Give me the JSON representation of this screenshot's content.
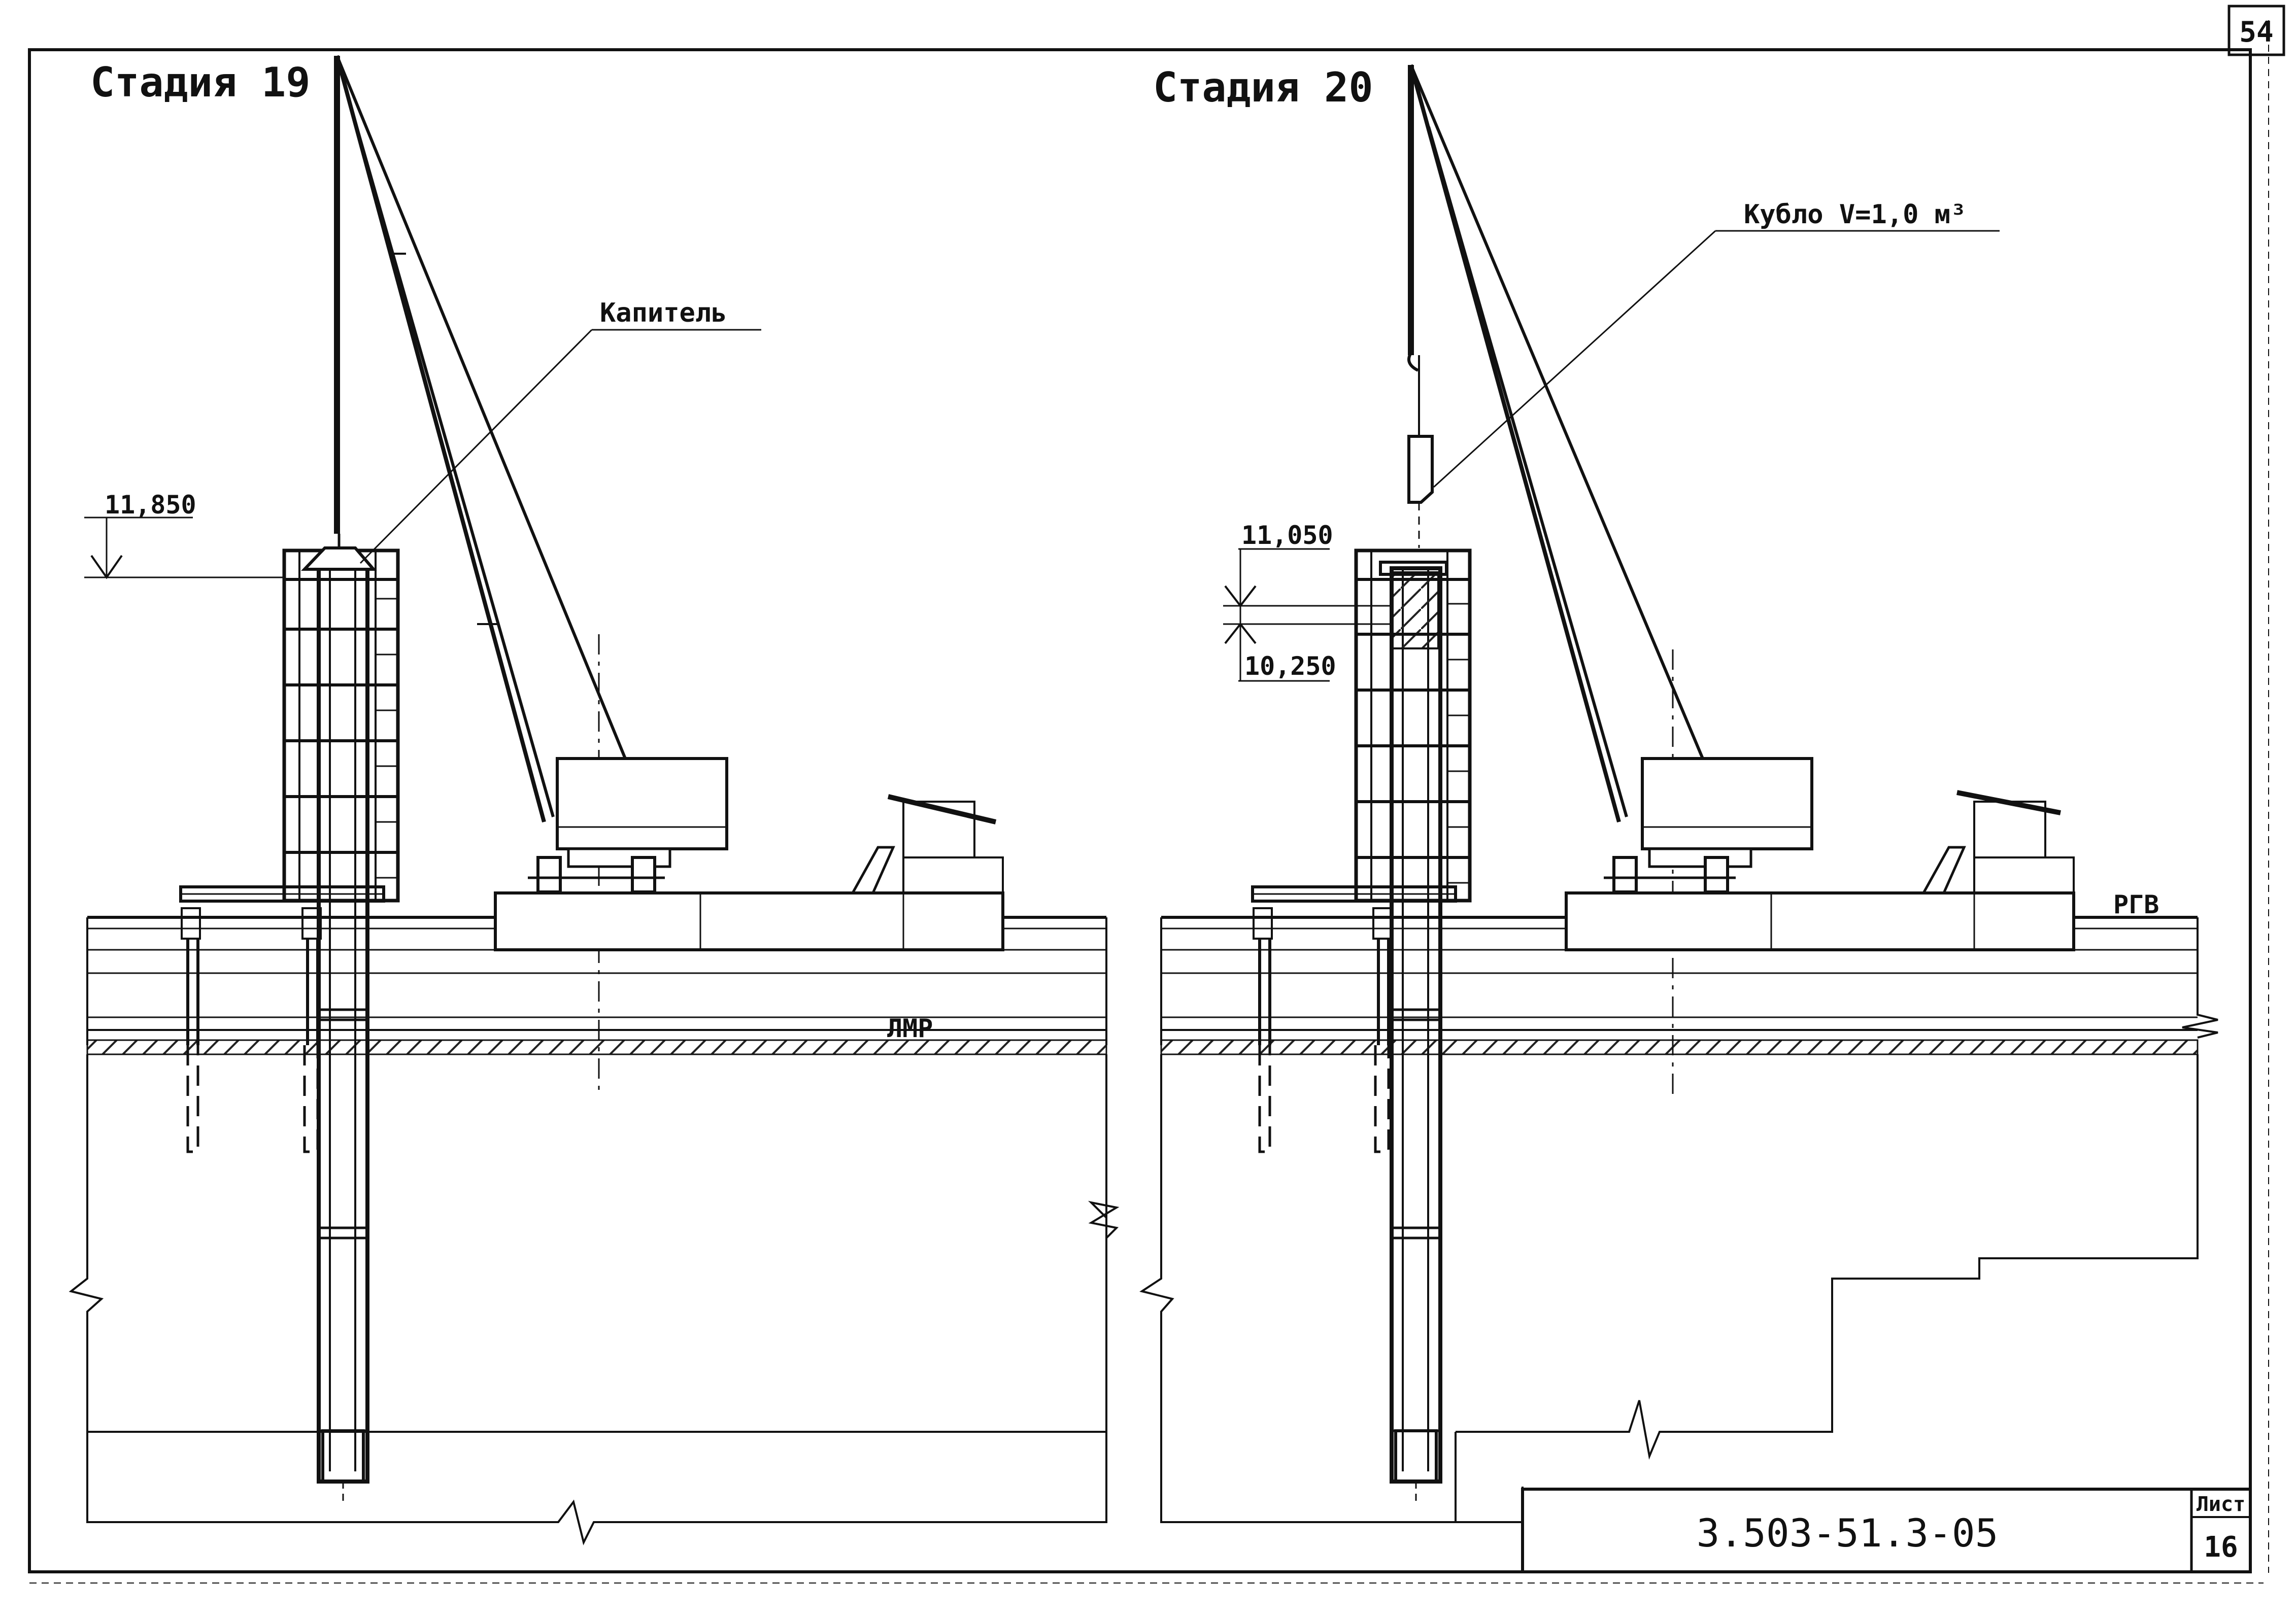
{
  "page_number": "54",
  "stage_19": {
    "title": "Стадия 19",
    "capital_label": "Капитель",
    "elevation": "11,850",
    "water_low_label": "ЛМР"
  },
  "stage_20": {
    "title": "Стадия 20",
    "bucket_label": "Кубло  V=1,0 м³",
    "elevation_top": "11,050",
    "elevation_bottom": "10,250",
    "water_high_label": "РГВ"
  },
  "title_block": {
    "document_code": "3.503-51.3-05",
    "sheet_label": "Лист",
    "sheet_number": "16"
  }
}
